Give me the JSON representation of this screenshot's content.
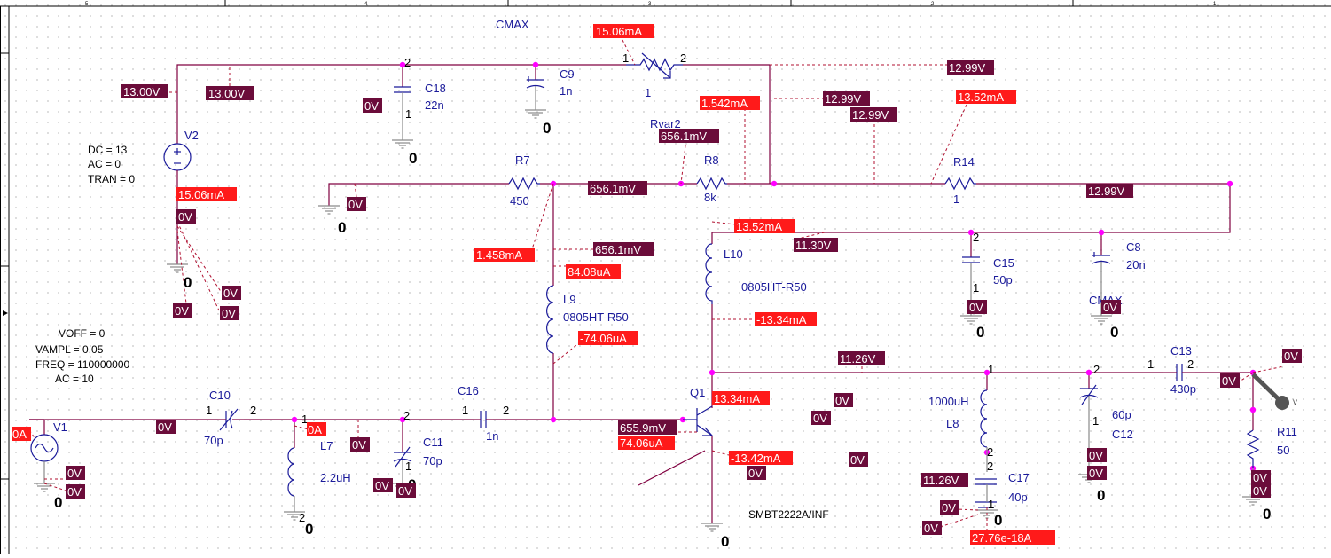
{
  "border": {
    "columns": [
      "5",
      "4",
      "3",
      "2",
      "1"
    ]
  },
  "title_labels": {
    "cmax_top": "CMAX",
    "cmax_right": "CMAX"
  },
  "sources": {
    "v2": {
      "name": "V2",
      "dc": "DC = 13",
      "ac": "AC = 0",
      "tran": "TRAN = 0"
    },
    "v1": {
      "name": "V1",
      "voff": "VOFF = 0",
      "vampl": "VAMPL = 0.05",
      "freq": "FREQ = 110000000",
      "ac": "AC = 10"
    }
  },
  "components": {
    "c18": {
      "name": "C18",
      "value": "22n"
    },
    "c9": {
      "name": "C9",
      "value": "1n"
    },
    "rvar2": {
      "name": "Rvar2",
      "value": "1"
    },
    "r7": {
      "name": "R7",
      "value": "450"
    },
    "r8": {
      "name": "R8",
      "value": "8k"
    },
    "r14": {
      "name": "R14",
      "value": "1"
    },
    "c15": {
      "name": "C15",
      "value": "50p"
    },
    "c8": {
      "name": "C8",
      "value": "20n"
    },
    "l10": {
      "name": "L10",
      "value": "0805HT-R50"
    },
    "l9": {
      "name": "L9",
      "value": "0805HT-R50"
    },
    "c10": {
      "name": "C10",
      "value": "70p"
    },
    "l7": {
      "name": "L7",
      "value": "2.2uH"
    },
    "c11": {
      "name": "C11",
      "value": "70p"
    },
    "c16": {
      "name": "C16",
      "value": "1n"
    },
    "q1": {
      "name": "Q1",
      "value": "SMBT2222A/INF"
    },
    "l8": {
      "name": "L8",
      "value": "1000uH"
    },
    "c17": {
      "name": "C17",
      "value": "40p"
    },
    "c12": {
      "name": "C12",
      "value": "60p"
    },
    "c13": {
      "name": "C13",
      "value": "430p"
    },
    "r11": {
      "name": "R11",
      "value": "50"
    }
  },
  "pins": {
    "one": "1",
    "two": "2",
    "zero": "0",
    "v": "v"
  },
  "probes": {
    "i_15_06_top": "15.06mA",
    "v_13_00_a": "13.00V",
    "v_13_00_b": "13.00V",
    "v_c18": "0V",
    "v_12_99_a": "12.99V",
    "v_12_99_b": "12.99V",
    "v_12_99_c": "12.99V",
    "v_12_99_d": "12.99V",
    "i_1_542": "1.542mA",
    "i_13_52_top": "13.52mA",
    "v_656_1_rvar": "656.1mV",
    "v_656_1_mid": "656.1mV",
    "v_656_1_l9": "656.1mV",
    "i_15_06_v2": "15.06mA",
    "v_v2_0": "0V",
    "v_r7_gnd": "0V",
    "v_gnd_a": "0V",
    "v_gnd_b": "0V",
    "v_gnd_c": "0V",
    "i_1_458": "1.458mA",
    "i_84_08": "84.08uA",
    "i_74_06_neg": "-74.06uA",
    "i_13_52_l10": "13.52mA",
    "v_11_30": "11.30V",
    "v_c15": "0V",
    "v_c8": "0V",
    "i_13_34_neg": "-13.34mA",
    "v_11_26_a": "11.26V",
    "i_13_34": "13.34mA",
    "v_q1_a": "0V",
    "v_q1_b": "0V",
    "v_655_9": "655.9mV",
    "i_74_06": "74.06uA",
    "i_13_42_neg": "-13.42mA",
    "v_q1_c": "0V",
    "v_mid_e": "0V",
    "i_v1": "0A",
    "v_v1_a": "0V",
    "v_v1_b": "0V",
    "v_c10": "0V",
    "i_l7": "0A",
    "v_l7": "0V",
    "v_c11_a": "0V",
    "v_c11_b": "0V",
    "v_11_26_b": "11.26V",
    "v_c17_a": "0V",
    "v_c17_b": "0V",
    "i_27_76": "27.76e-18A",
    "v_c12_a": "0V",
    "v_c12_b": "0V",
    "v_c13": "0V",
    "v_out": "0V",
    "v_r11_a": "0V",
    "v_r11_b": "0V"
  }
}
